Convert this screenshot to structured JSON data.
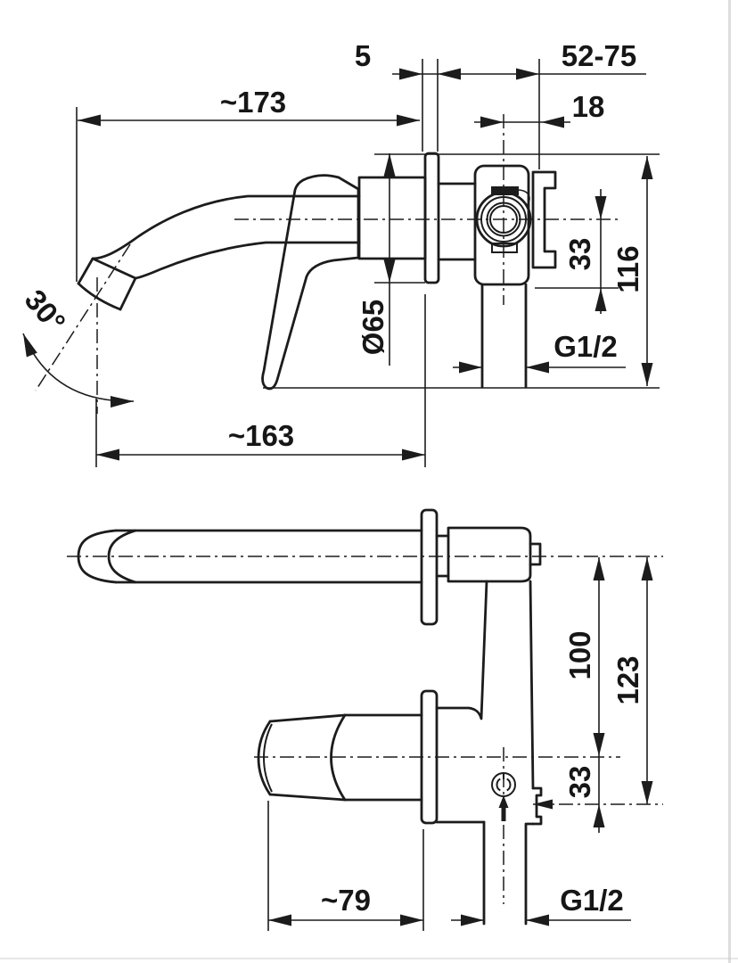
{
  "colors": {
    "ink": "#1c1c1c",
    "paper": "#ffffff"
  },
  "side_view": {
    "dims": {
      "escutcheon_thickness": "5",
      "wall_mount_depth": "52-75",
      "spout_reach_overall": "~173",
      "cartridge_offset": "18",
      "escutcheon_diameter": "Ø65",
      "body_axis_offset": "33",
      "overall_height": "116",
      "outlet_thread": "G1/2",
      "spout_angle": "30°",
      "spout_reach_axis": "~163"
    }
  },
  "plan_view": {
    "dims": {
      "spout_to_handle_axis": "100",
      "spout_to_outlet_axis": "123",
      "handle_to_outlet_axis": "33",
      "handle_length": "~79",
      "outlet_thread": "G1/2"
    }
  }
}
